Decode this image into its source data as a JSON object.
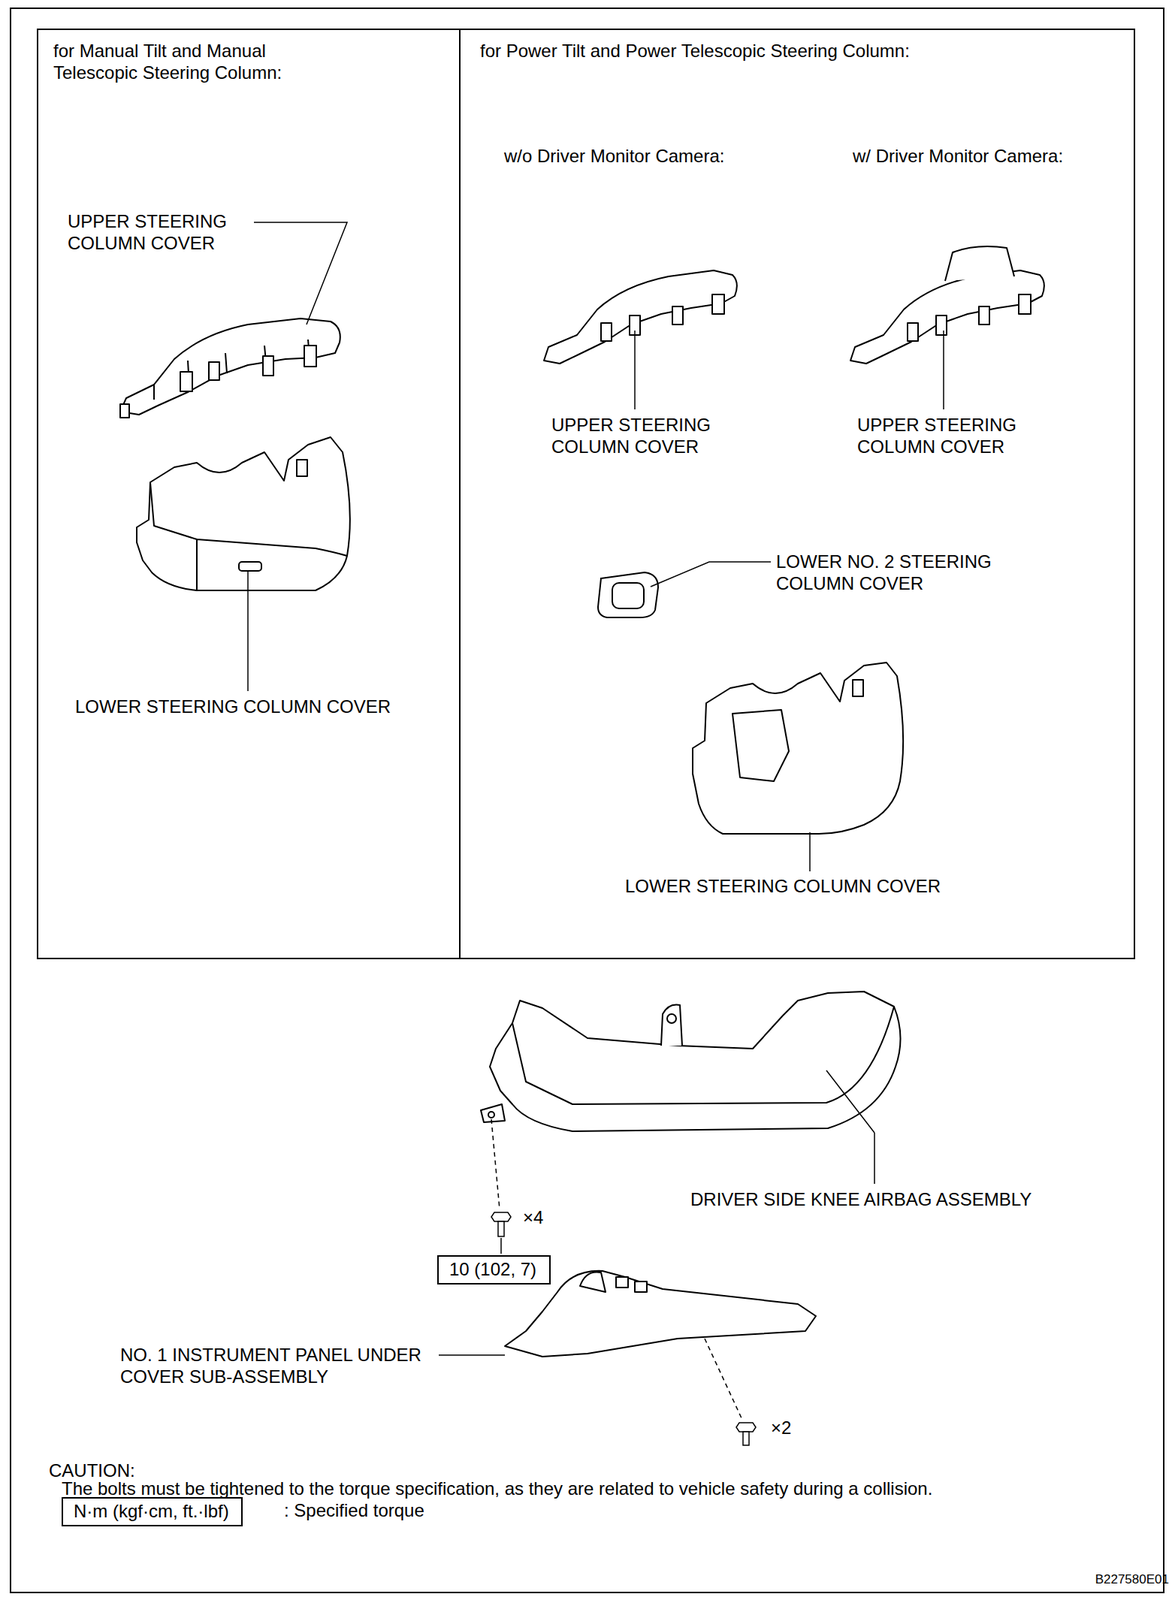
{
  "diagram": {
    "nodes": [
      {
        "text": [
          "for Manual Tilt and Manual Telescopic Steering Column:"
        ]
      },
      {
        "text": [
          "for Power Tilt and Power Telescopic Steering Column:"
        ]
      },
      {
        "text": [
          "10 (102, 7)"
        ]
      },
      {
        "text": [
          "N·m (kgf·cm, ft.·lbf)"
        ]
      }
    ],
    "labels": [
      "UPPER STEERING COLUMN COVER",
      "LOWER STEERING COLUMN COVER",
      "w/o Driver Monitor Camera:",
      "w/ Driver Monitor Camera:",
      "UPPER STEERING COLUMN COVER",
      "UPPER STEERING COLUMN COVER",
      "LOWER NO. 2 STEERING COLUMN COVER",
      "LOWER STEERING COLUMN COVER",
      "DRIVER SIDE KNEE AIRBAG ASSEMBLY",
      "×4",
      "NO. 1 INSTRUMENT PANEL UNDER COVER SUB-ASSEMBLY",
      "×2",
      "CAUTION:",
      "The bolts must be tightened to the torque specification, as they are related to vehicle safety during a collision.",
      ": Specified torque",
      "B227580E01"
    ]
  }
}
